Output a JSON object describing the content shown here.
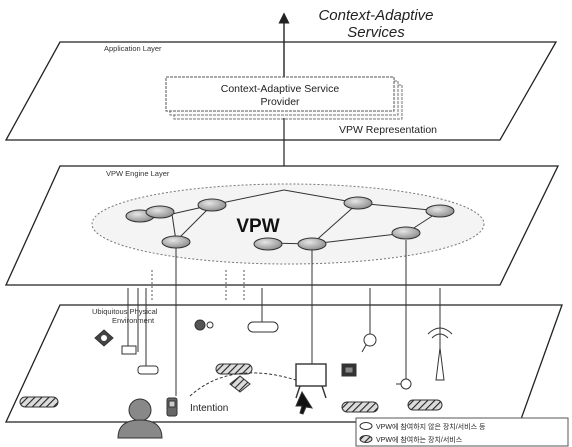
{
  "top_label": {
    "line1": "Context-Adaptive",
    "line2": "Services"
  },
  "layers": {
    "application": "Application Layer",
    "engine": "VPW Engine Layer",
    "physical_line1": "Ubiquitous Physical",
    "physical_line2": "Environment"
  },
  "provider": {
    "line1": "Context-Adaptive Service",
    "line2": "Provider"
  },
  "vpw_representation": "VPW Representation",
  "vpw_label": "VPW",
  "intention_label": "Intention",
  "legend": {
    "item1": "VPW에 참여하지 않은 장치/서비스 등",
    "item2": "VPW에 참여하는 장치/서비스"
  }
}
